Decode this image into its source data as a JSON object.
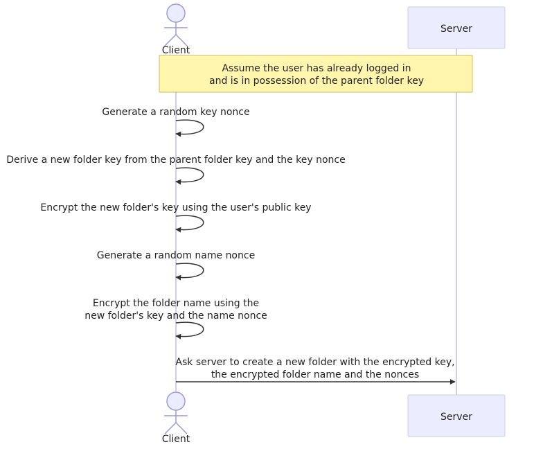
{
  "participants": {
    "client": {
      "name": "Client",
      "kind": "actor"
    },
    "server": {
      "name": "Server",
      "kind": "participant"
    }
  },
  "note": {
    "over": [
      "client",
      "server"
    ],
    "lines": [
      "Assume the user has already logged in",
      "and is in possession of the parent folder key"
    ]
  },
  "messages": [
    {
      "from": "client",
      "to": "client",
      "lines": [
        "Generate a random key nonce"
      ]
    },
    {
      "from": "client",
      "to": "client",
      "lines": [
        "Derive a new folder key from the parent folder key and the key nonce"
      ]
    },
    {
      "from": "client",
      "to": "client",
      "lines": [
        "Encrypt the new folder's key using the user's public key"
      ]
    },
    {
      "from": "client",
      "to": "client",
      "lines": [
        "Generate a random name nonce"
      ]
    },
    {
      "from": "client",
      "to": "client",
      "lines": [
        "Encrypt the folder name using the",
        "new folder's key and the name nonce"
      ]
    },
    {
      "from": "client",
      "to": "server",
      "lines": [
        "Ask server to create a new folder with the encrypted key,",
        "the encrypted folder name and the nonces"
      ]
    }
  ],
  "colors": {
    "actor_fill": "#ececff",
    "actor_stroke": "#9d9ad8",
    "lifeline": "#cfcde8",
    "note_fill": "#fff5ad",
    "note_stroke": "#c8bf5e",
    "text": "#222222",
    "arrow": "#333333"
  }
}
